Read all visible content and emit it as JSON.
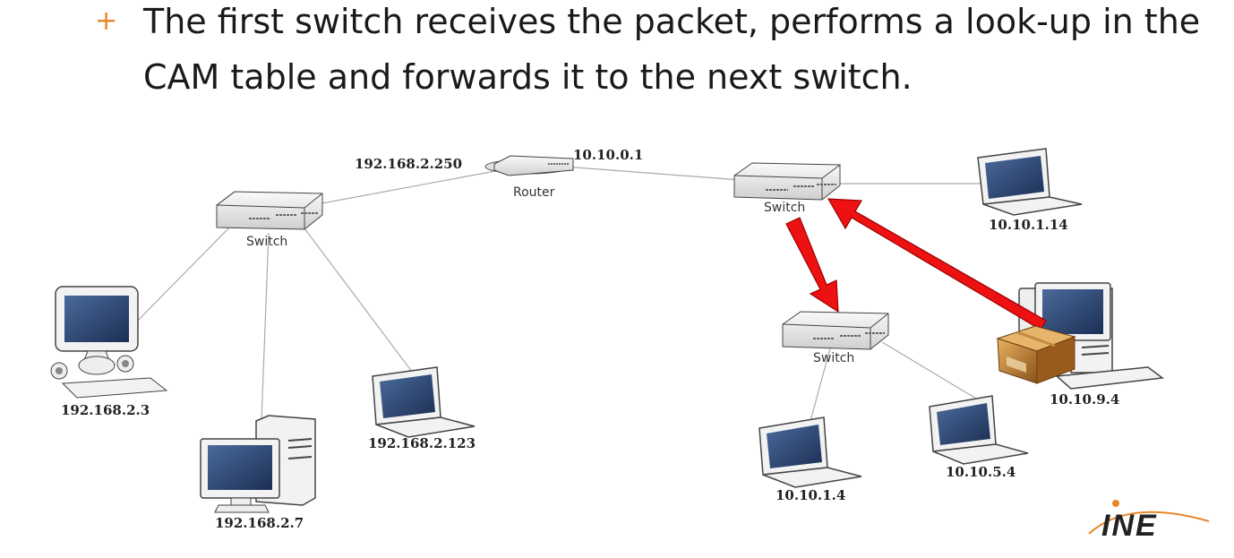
{
  "slide": {
    "bullet": "+",
    "line1": "The first switch receives the packet, performs a look-up in the",
    "line2": "CAM table and forwards it to the next switch."
  },
  "diagram": {
    "router": {
      "label": "Router",
      "ip_left": "192.168.2.250",
      "ip_right": "10.10.0.1"
    },
    "switch_left": {
      "label": "Switch"
    },
    "switch_right_top": {
      "label": "Switch"
    },
    "switch_right_bottom": {
      "label": "Switch"
    },
    "hosts": {
      "h1": "192.168.2.3",
      "h2": "192.168.2.7",
      "h3": "192.168.2.123",
      "h4": "10.10.1.14",
      "h5": "10.10.9.4",
      "h6": "10.10.1.4",
      "h7": "10.10.5.4"
    },
    "colors": {
      "arrow": "#ee1111",
      "bullet": "#e8862a",
      "logo_arc": "#e8862a",
      "logo_text": "#222222"
    }
  },
  "logo": {
    "text": "INE"
  }
}
